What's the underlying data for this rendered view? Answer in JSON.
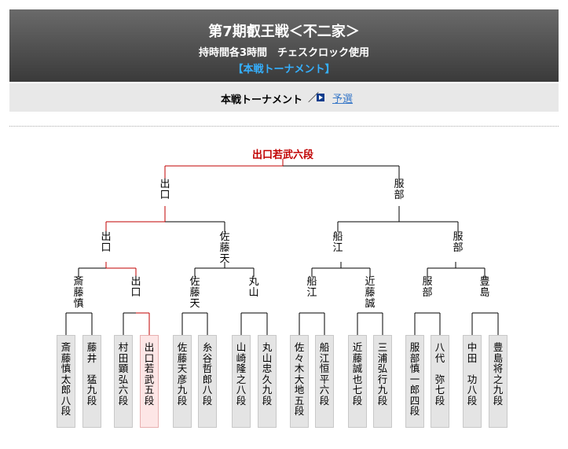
{
  "header": {
    "title": "第7期叡王戦＜不二家＞",
    "subtitle": "持時間各3時間　チェスクロック使用",
    "section": "【本戦トーナメント】"
  },
  "nav": {
    "current": "本戦トーナメント",
    "separator": "／",
    "link": "予選"
  },
  "champion": "出口若武六段",
  "colors": {
    "winner_line": "#c00000",
    "loser_line": "#000000",
    "link": "#3a79c8",
    "section": "#35b0ff"
  },
  "bracket": {
    "final": [
      "出口",
      "服部"
    ],
    "semifinal": [
      "出口",
      "佐藤天",
      "船江",
      "服部"
    ],
    "quarterfinal": [
      "斎藤慎",
      "出口",
      "佐藤天",
      "丸山",
      "船江",
      "近藤誠",
      "服部",
      "豊島"
    ],
    "players": [
      "斎藤慎太郎八段",
      "藤井　猛九段",
      "村田顕弘六段",
      "出口若武五段",
      "佐藤天彦九段",
      "糸谷哲郎八段",
      "山崎隆之八段",
      "丸山忠久九段",
      "佐々木大地五段",
      "船江恒平六段",
      "近藤誠也七段",
      "三浦弘行九段",
      "服部慎一郎四段",
      "八代　弥七段",
      "中田　功八段",
      "豊島将之九段"
    ]
  }
}
